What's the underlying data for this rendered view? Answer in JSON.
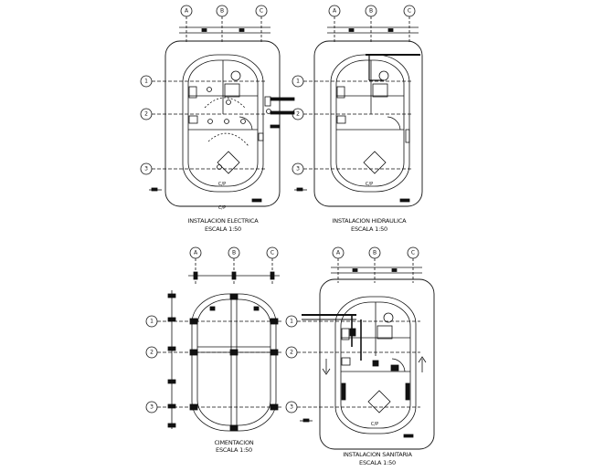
{
  "drawing_sheet": {
    "panels": [
      {
        "id": "electrica",
        "caption": "INSTALACION ELECTRICA",
        "scale": "ESCALA 1:50"
      },
      {
        "id": "hidraulica",
        "caption": "INSTALACION HIDRAULICA",
        "scale": "ESCALA 1:50"
      },
      {
        "id": "cimentacion",
        "caption": "CIMENTACION",
        "scale": "ESCALA 1:50"
      },
      {
        "id": "sanitaria",
        "caption": "INSTALACION SANITARIA",
        "scale": "ESCALA 1:50"
      }
    ],
    "axis_letters": [
      "A",
      "B",
      "C"
    ],
    "axis_numbers": [
      "1",
      "2",
      "3"
    ],
    "room_tag": "C/P"
  },
  "colors": {
    "line": "#111111",
    "background": "#ffffff"
  }
}
